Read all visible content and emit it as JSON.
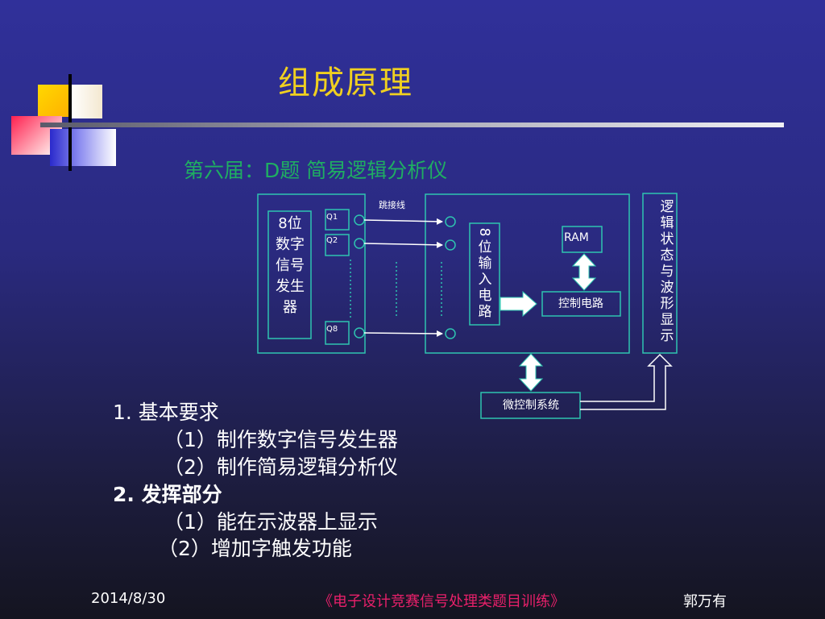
{
  "slide": {
    "title": "组成原理",
    "subtitle": "第六届：D题  简易逻辑分析仪"
  },
  "diagram": {
    "generator_label": [
      "8位",
      "数字",
      "信号",
      "发生",
      "器"
    ],
    "jumper_label": "跳接线",
    "q1": "Q1",
    "q2": "Q2",
    "q8": "Q8",
    "input_circuit_label": [
      "8",
      "位",
      "输",
      "入",
      "电",
      "路"
    ],
    "ram_label": "RAM",
    "control_label": "控制电路",
    "display_label": [
      "逻",
      "辑",
      "状",
      "态",
      "与",
      "波",
      "形",
      "显",
      "示"
    ],
    "mcu_label": "微控制系统"
  },
  "requirements": {
    "item1": "1.  基本要求",
    "item1_1": "（1）制作数字信号发生器",
    "item1_2": "（2）制作简易逻辑分析仪",
    "item2": "2.  发挥部分",
    "item2_1": "（1）能在示波器上显示",
    "item2_2": "（2）增加字触发功能"
  },
  "footer": {
    "date": "2014/8/30",
    "course": "《电子设计竞赛信号处理类题目训练》",
    "author": "郭万有"
  },
  "colors": {
    "title": "#f0d020",
    "subtitle": "#1fae62",
    "diagram_line": "#2ec4b0",
    "footer_course": "#e8206a"
  }
}
